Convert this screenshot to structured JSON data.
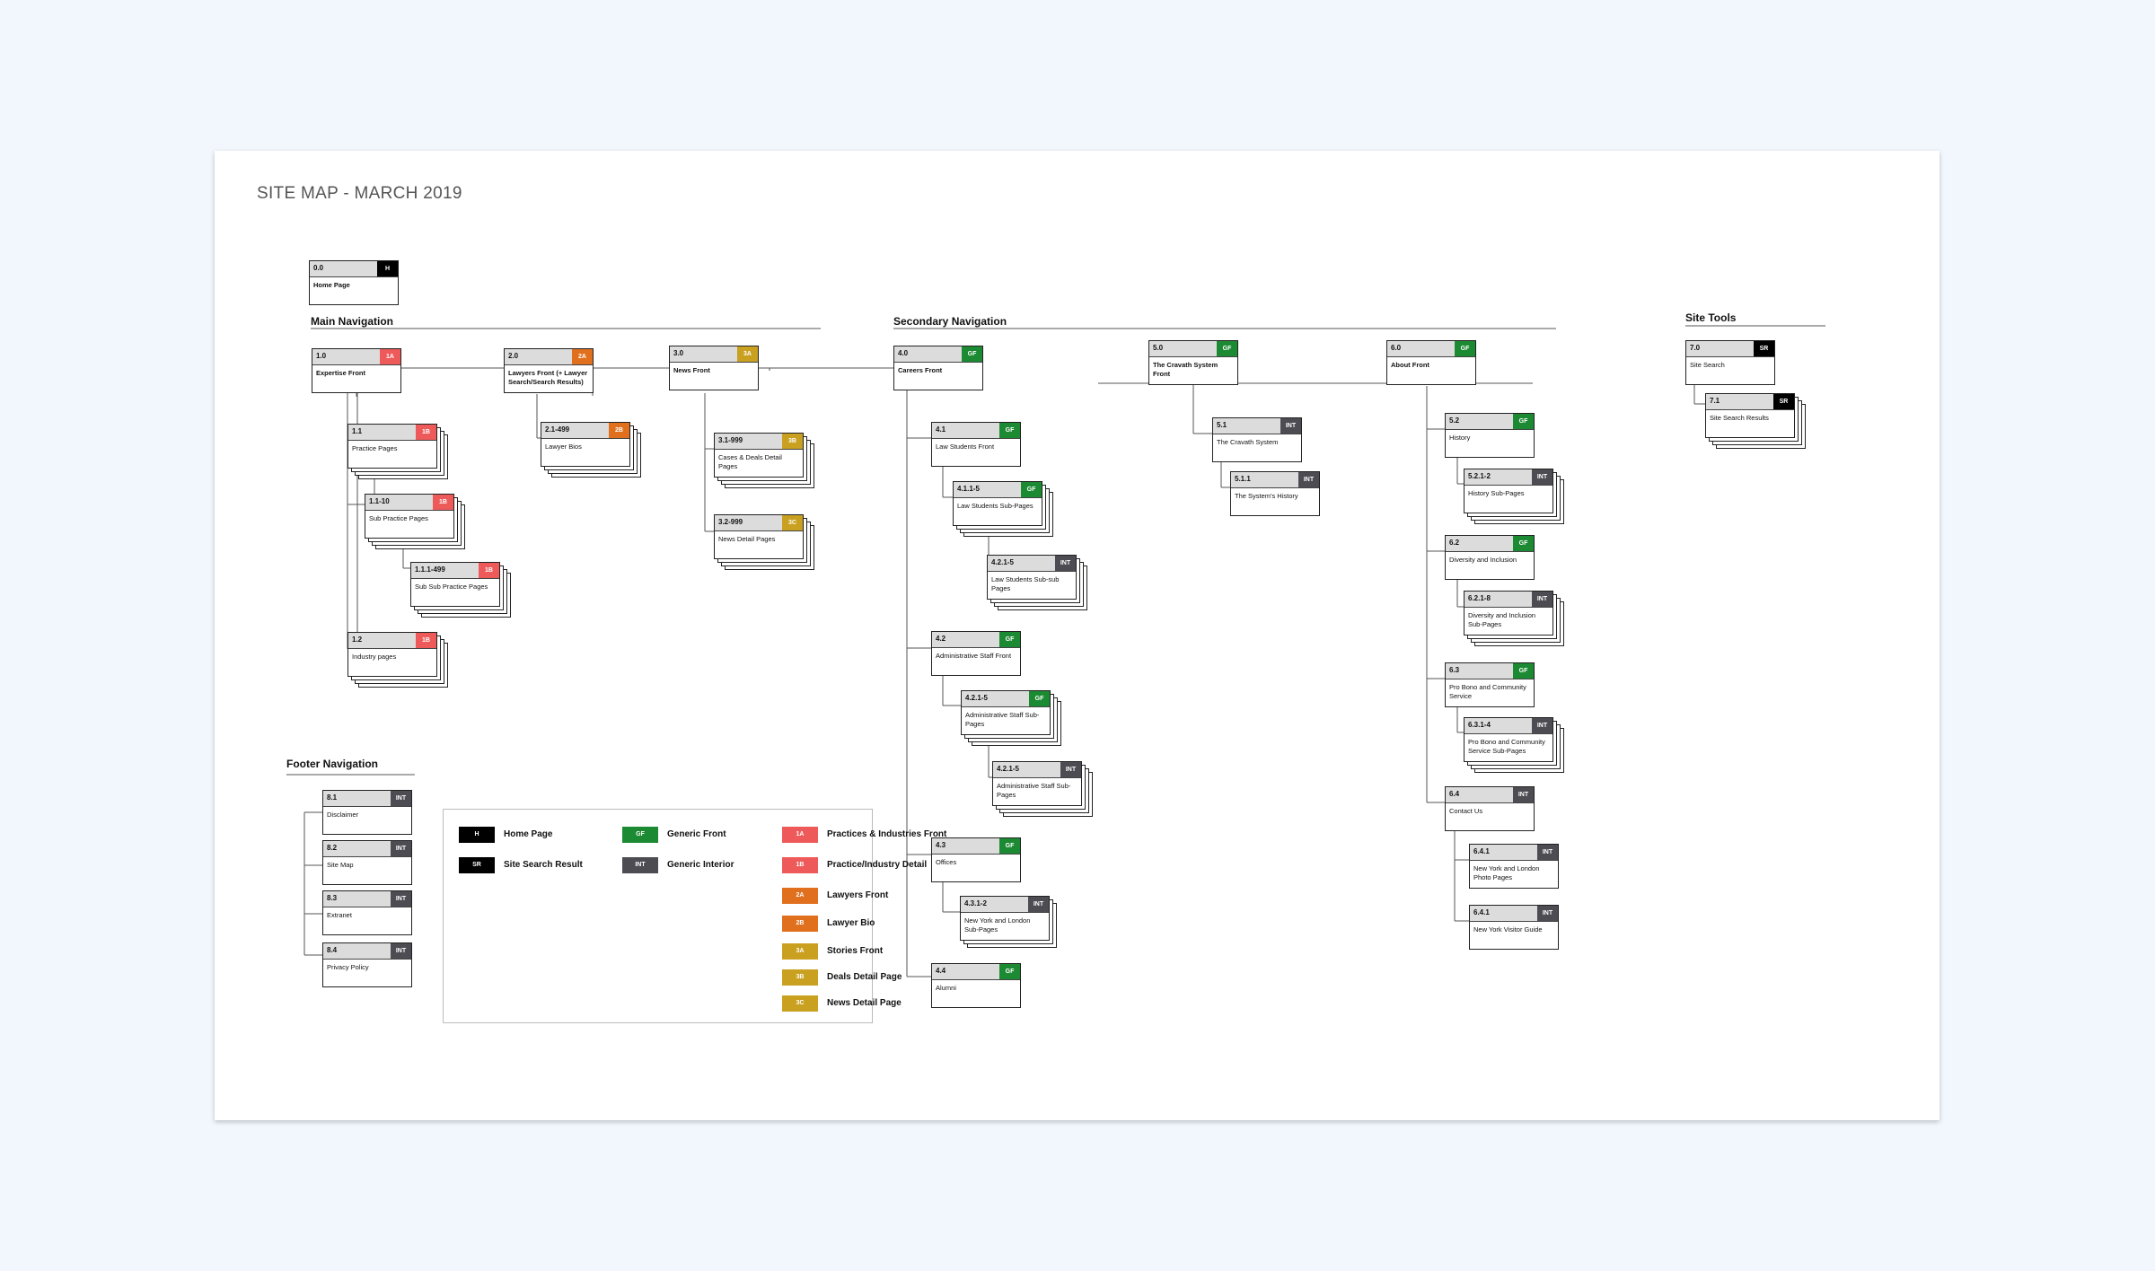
{
  "title": "SITE MAP - MARCH 2019",
  "colors": {
    "H": "#000000",
    "SR": "#000000",
    "GF": "#1c8a32",
    "INT": "#4c4c52",
    "1A": "#ee5a5a",
    "1B": "#ee5a5a",
    "2A": "#e0701e",
    "2B": "#e0701e",
    "3A": "#c9a020",
    "3B": "#c9a020",
    "3C": "#c9a020"
  },
  "sections": {
    "main": "Main Navigation",
    "secondary": "Secondary Navigation",
    "tools": "Site Tools",
    "footer": "Footer Navigation"
  },
  "nodes": [
    {
      "id": "n-0-0",
      "num": "0.0",
      "tag": "H",
      "label": "Home Page",
      "bold": true,
      "stack": 1
    },
    {
      "id": "n-1-0",
      "num": "1.0",
      "tag": "1A",
      "label": "Expertise Front",
      "bold": true,
      "stack": 1
    },
    {
      "id": "n-1-1",
      "num": "1.1",
      "tag": "1B",
      "label": "Practice Pages",
      "bold": false,
      "stack": 4
    },
    {
      "id": "n-1-1-10",
      "num": "1.1-10",
      "tag": "1B",
      "label": "Sub Practice Pages",
      "bold": false,
      "stack": 4
    },
    {
      "id": "n-1-1-1-499",
      "num": "1.1.1-499",
      "tag": "1B",
      "label": "Sub Sub Practice Pages",
      "bold": false,
      "stack": 4
    },
    {
      "id": "n-1-2",
      "num": "1.2",
      "tag": "1B",
      "label": "Industry pages",
      "bold": false,
      "stack": 4
    },
    {
      "id": "n-2-0",
      "num": "2.0",
      "tag": "2A",
      "label": "Lawyers Front (+ Lawyer Search/Search Results)",
      "bold": true,
      "stack": 1
    },
    {
      "id": "n-2-1-499",
      "num": "2.1-499",
      "tag": "2B",
      "label": "Lawyer Bios",
      "bold": false,
      "stack": 4
    },
    {
      "id": "n-3-0",
      "num": "3.0",
      "tag": "3A",
      "label": "News Front",
      "bold": true,
      "stack": 1
    },
    {
      "id": "n-3-1",
      "num": "3.1-999",
      "tag": "3B",
      "label": "Cases & Deals Detail Pages",
      "bold": false,
      "stack": 4
    },
    {
      "id": "n-3-2",
      "num": "3.2-999",
      "tag": "3C",
      "label": "News Detail Pages",
      "bold": false,
      "stack": 4
    },
    {
      "id": "n-4-0",
      "num": "4.0",
      "tag": "GF",
      "label": "Careers Front",
      "bold": true,
      "stack": 1
    },
    {
      "id": "n-4-1",
      "num": "4.1",
      "tag": "GF",
      "label": "Law Students Front",
      "bold": false,
      "stack": 1
    },
    {
      "id": "n-4-1-1",
      "num": "4.1.1-5",
      "tag": "GF",
      "label": "Law Students Sub-Pages",
      "bold": false,
      "stack": 4
    },
    {
      "id": "n-4-2-1-law",
      "num": "4.2.1-5",
      "tag": "INT",
      "label": "Law Students Sub-sub Pages",
      "bold": false,
      "stack": 4
    },
    {
      "id": "n-4-2",
      "num": "4.2",
      "tag": "GF",
      "label": "Administrative Staff Front",
      "bold": false,
      "stack": 1
    },
    {
      "id": "n-4-2-1",
      "num": "4.2.1-5",
      "tag": "GF",
      "label": "Administrative Staff Sub-Pages",
      "bold": false,
      "stack": 4
    },
    {
      "id": "n-4-2-1-admin",
      "num": "4.2.1-5",
      "tag": "INT",
      "label": "Administrative Staff Sub-Pages",
      "bold": false,
      "stack": 4
    },
    {
      "id": "n-4-3",
      "num": "4.3",
      "tag": "GF",
      "label": "Offices",
      "bold": false,
      "stack": 1
    },
    {
      "id": "n-4-3-1",
      "num": "4.3.1-2",
      "tag": "INT",
      "label": "New York and London Sub-Pages",
      "bold": false,
      "stack": 3
    },
    {
      "id": "n-4-4",
      "num": "4.4",
      "tag": "GF",
      "label": "Alumni",
      "bold": false,
      "stack": 1
    },
    {
      "id": "n-5-0",
      "num": "5.0",
      "tag": "GF",
      "label": "The Cravath System Front",
      "bold": true,
      "stack": 1
    },
    {
      "id": "n-5-1",
      "num": "5.1",
      "tag": "INT",
      "label": "The Cravath System",
      "bold": false,
      "stack": 1
    },
    {
      "id": "n-5-1-1",
      "num": "5.1.1",
      "tag": "INT",
      "label": "The System's History",
      "bold": false,
      "stack": 1
    },
    {
      "id": "n-6-0",
      "num": "6.0",
      "tag": "GF",
      "label": "About Front",
      "bold": true,
      "stack": 1
    },
    {
      "id": "n-6-2-hist",
      "num": "5.2",
      "tag": "GF",
      "label": "History",
      "bold": false,
      "stack": 1
    },
    {
      "id": "n-5-2-1",
      "num": "5.2.1-2",
      "tag": "INT",
      "label": "History Sub-Pages",
      "bold": false,
      "stack": 4
    },
    {
      "id": "n-6-2",
      "num": "6.2",
      "tag": "GF",
      "label": "Diversity and Inclusion",
      "bold": false,
      "stack": 1
    },
    {
      "id": "n-6-2-1",
      "num": "6.2.1-8",
      "tag": "INT",
      "label": "Diversity and Inclusion Sub-Pages",
      "bold": false,
      "stack": 4
    },
    {
      "id": "n-6-3",
      "num": "6.3",
      "tag": "GF",
      "label": "Pro Bono and Community Service",
      "bold": false,
      "stack": 1
    },
    {
      "id": "n-6-3-1",
      "num": "6.3.1-4",
      "tag": "INT",
      "label": "Pro Bono and Community Service Sub-Pages",
      "bold": false,
      "stack": 4
    },
    {
      "id": "n-6-4",
      "num": "6.4",
      "tag": "INT",
      "label": "Contact Us",
      "bold": false,
      "stack": 1
    },
    {
      "id": "n-6-4-1a",
      "num": "6.4.1",
      "tag": "INT",
      "label": "New York and London Photo Pages",
      "bold": false,
      "stack": 1
    },
    {
      "id": "n-6-4-1b",
      "num": "6.4.1",
      "tag": "INT",
      "label": "New York Visitor Guide",
      "bold": false,
      "stack": 1
    },
    {
      "id": "n-7-0",
      "num": "7.0",
      "tag": "SR",
      "label": "Site Search",
      "bold": false,
      "stack": 1
    },
    {
      "id": "n-7-1",
      "num": "7.1",
      "tag": "SR",
      "label": "Site Search Results",
      "bold": false,
      "stack": 4
    },
    {
      "id": "n-8-1",
      "num": "8.1",
      "tag": "INT",
      "label": "Disclaimer",
      "bold": false,
      "stack": 1
    },
    {
      "id": "n-8-2",
      "num": "8.2",
      "tag": "INT",
      "label": "Site Map",
      "bold": false,
      "stack": 1
    },
    {
      "id": "n-8-3",
      "num": "8.3",
      "tag": "INT",
      "label": "Extranet",
      "bold": false,
      "stack": 1
    },
    {
      "id": "n-8-4",
      "num": "8.4",
      "tag": "INT",
      "label": "Privacy Policy",
      "bold": false,
      "stack": 1
    }
  ],
  "legend": [
    {
      "tag": "H",
      "label": "Home Page"
    },
    {
      "tag": "SR",
      "label": "Site Search Result"
    },
    {
      "tag": "GF",
      "label": "Generic Front"
    },
    {
      "tag": "INT",
      "label": "Generic Interior"
    },
    {
      "tag": "1A",
      "label": "Practices & Industries Front"
    },
    {
      "tag": "1B",
      "label": "Practice/Industry Detail"
    },
    {
      "tag": "2A",
      "label": "Lawyers Front"
    },
    {
      "tag": "2B",
      "label": "Lawyer Bio"
    },
    {
      "tag": "3A",
      "label": "Stories Front"
    },
    {
      "tag": "3B",
      "label": "Deals Detail Page"
    },
    {
      "tag": "3C",
      "label": "News Detail Page"
    }
  ]
}
